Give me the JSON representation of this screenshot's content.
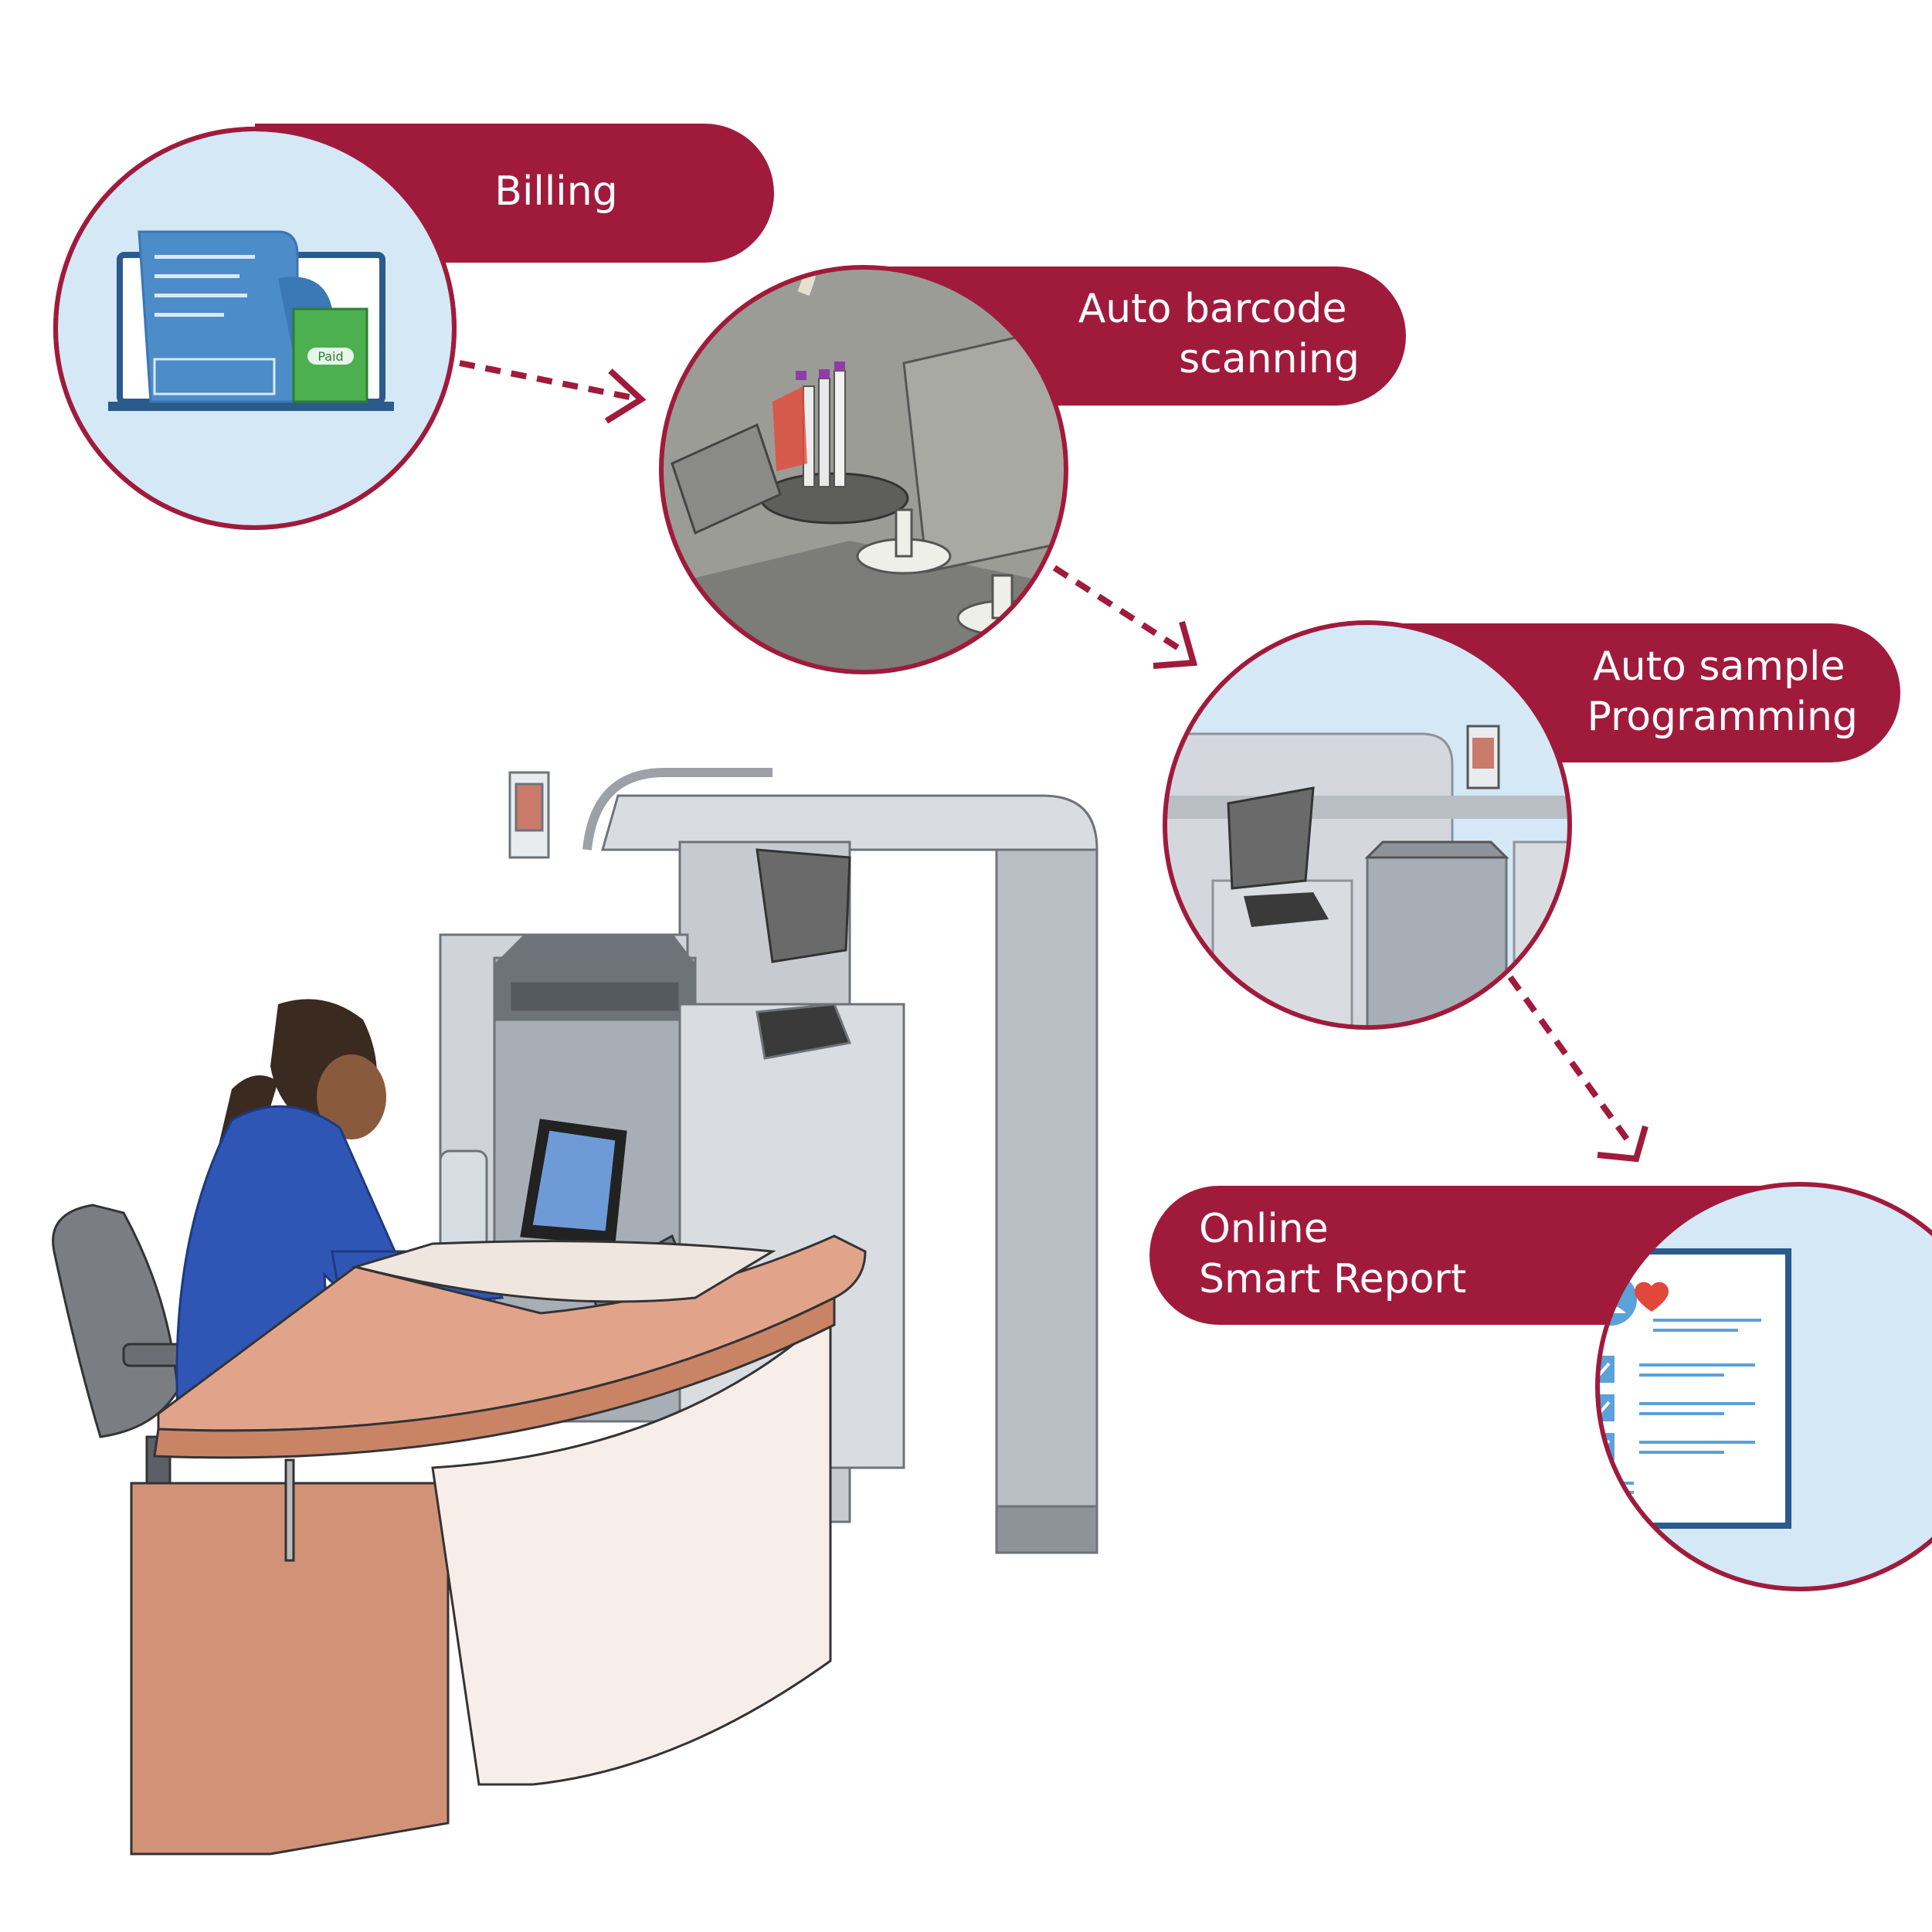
{
  "steps": [
    {
      "id": "billing",
      "lines": [
        "Billing"
      ],
      "badge": "Paid"
    },
    {
      "id": "barcode",
      "lines": [
        "Auto barcode",
        "scanning"
      ]
    },
    {
      "id": "programming",
      "lines": [
        "Auto sample",
        "Programming"
      ]
    },
    {
      "id": "report",
      "lines": [
        "Online",
        "Smart Report"
      ]
    }
  ],
  "colors": {
    "accent": "#A01B3B",
    "circle_fill": "#D4E8F6",
    "machine": "#C7CBD1",
    "desk": "#E1A48A",
    "check": "#5AA2D8"
  }
}
